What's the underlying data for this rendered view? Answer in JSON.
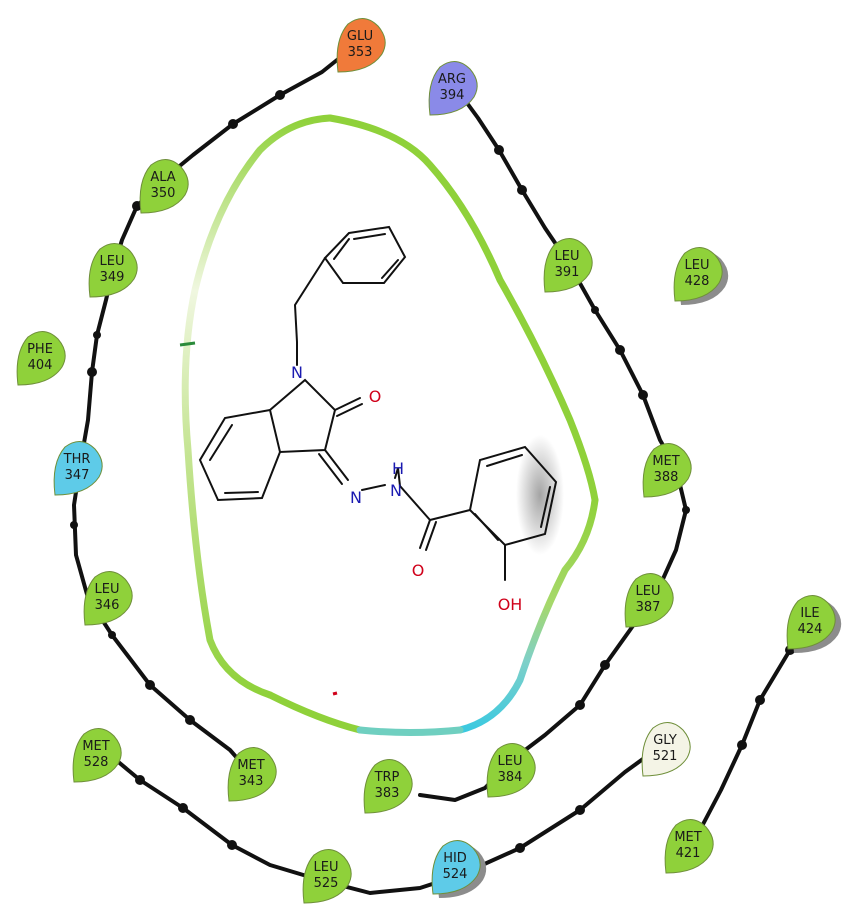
{
  "colors": {
    "hydrophobic": "#8fd13a",
    "polar": "#5ecbe8",
    "negative": "#f07a3a",
    "positive": "#8a8ae8",
    "glycine": "#f4f4e6",
    "pocket_green": "#8fd13a",
    "pocket_cyan": "#3bc9e0",
    "oxygen": "#d0021b",
    "nitrogen": "#1a1ab0",
    "bond": "#111111"
  },
  "residues": [
    {
      "id": "glu353",
      "name": "GLU",
      "number": "353",
      "type": "negative"
    },
    {
      "id": "arg394",
      "name": "ARG",
      "number": "394",
      "type": "positive"
    },
    {
      "id": "ala350",
      "name": "ALA",
      "number": "350",
      "type": "hydrophobic"
    },
    {
      "id": "leu349",
      "name": "LEU",
      "number": "349",
      "type": "hydrophobic"
    },
    {
      "id": "phe404",
      "name": "PHE",
      "number": "404",
      "type": "hydrophobic"
    },
    {
      "id": "thr347",
      "name": "THR",
      "number": "347",
      "type": "polar"
    },
    {
      "id": "leu346",
      "name": "LEU",
      "number": "346",
      "type": "hydrophobic"
    },
    {
      "id": "met343",
      "name": "MET",
      "number": "343",
      "type": "hydrophobic"
    },
    {
      "id": "met528",
      "name": "MET",
      "number": "528",
      "type": "hydrophobic"
    },
    {
      "id": "leu525",
      "name": "LEU",
      "number": "525",
      "type": "hydrophobic"
    },
    {
      "id": "hid524",
      "name": "HID",
      "number": "524",
      "type": "polar"
    },
    {
      "id": "trp383",
      "name": "TRP",
      "number": "383",
      "type": "hydrophobic"
    },
    {
      "id": "leu384",
      "name": "LEU",
      "number": "384",
      "type": "hydrophobic"
    },
    {
      "id": "gly521",
      "name": "GLY",
      "number": "521",
      "type": "glycine"
    },
    {
      "id": "met421",
      "name": "MET",
      "number": "421",
      "type": "hydrophobic"
    },
    {
      "id": "ile424",
      "name": "ILE",
      "number": "424",
      "type": "hydrophobic"
    },
    {
      "id": "leu387",
      "name": "LEU",
      "number": "387",
      "type": "hydrophobic"
    },
    {
      "id": "met388",
      "name": "MET",
      "number": "388",
      "type": "hydrophobic"
    },
    {
      "id": "leu391",
      "name": "LEU",
      "number": "391",
      "type": "hydrophobic"
    },
    {
      "id": "leu428",
      "name": "LEU",
      "number": "428",
      "type": "hydrophobic"
    }
  ],
  "ligand": {
    "atoms": {
      "n1": "N",
      "o_ketone": "O",
      "n_imine": "N",
      "n_hydrazide": "N",
      "h_hydrazide": "H",
      "o_amide": "O",
      "oh": "OH"
    }
  }
}
